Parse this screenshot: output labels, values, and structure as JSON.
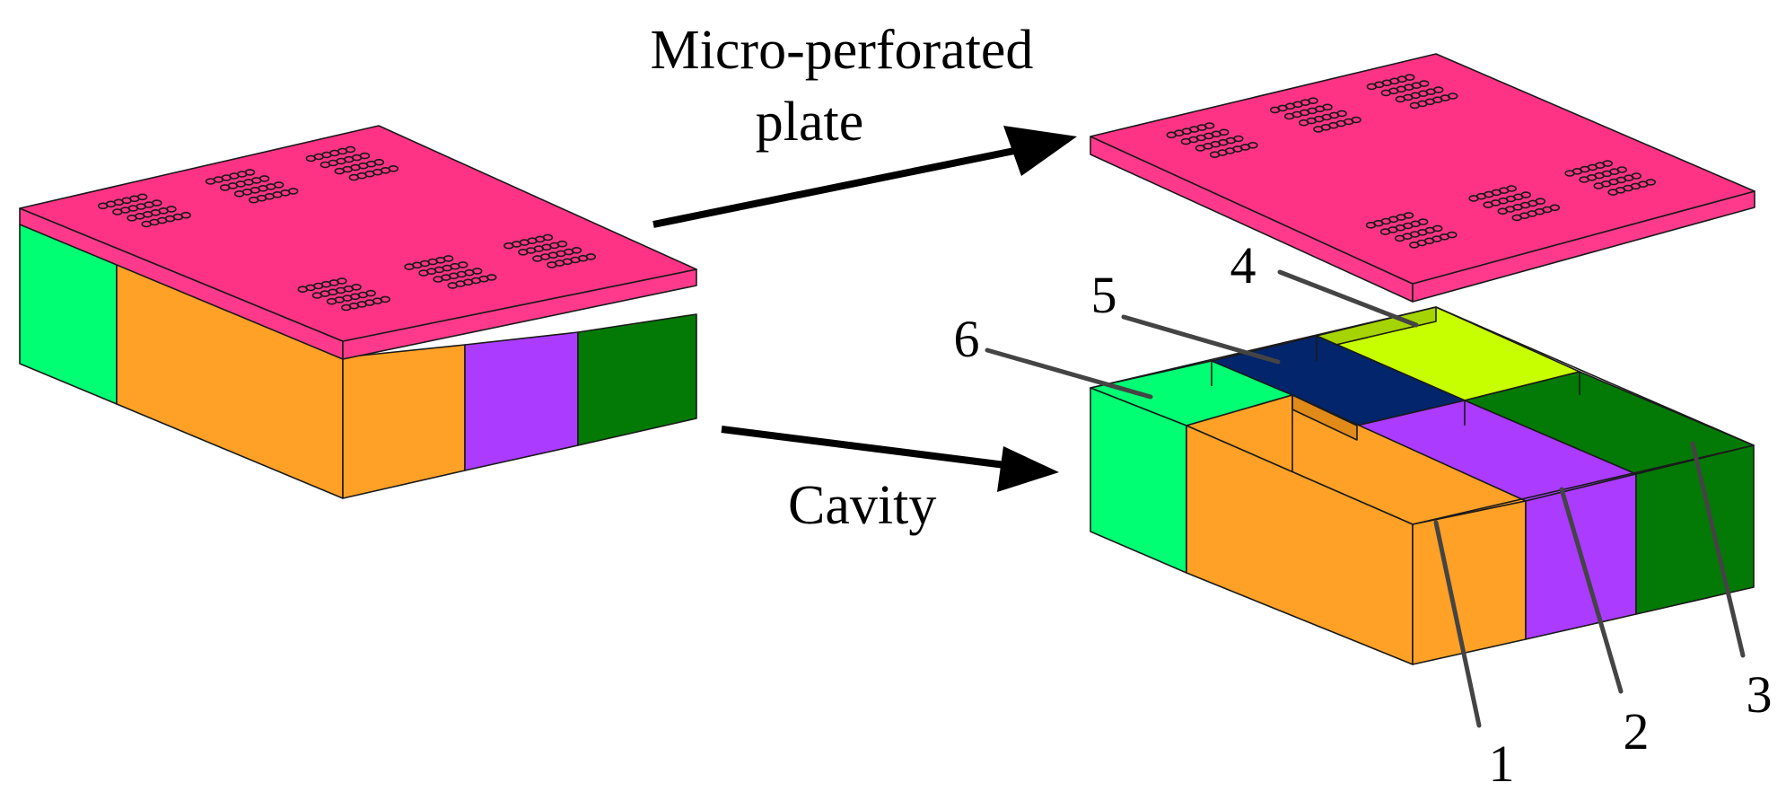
{
  "labels": {
    "plate_line1": "Micro-perforated",
    "plate_line2": "plate",
    "cavity": "Cavity",
    "n1": "1",
    "n2": "2",
    "n3": "3",
    "n4": "4",
    "n5": "5",
    "n6": "6"
  },
  "colors": {
    "plate": "#ff3385",
    "plate_side": "#ff3a8c",
    "cell1_orange": "#ffa126",
    "cell2_purple": "#aa3bff",
    "cell3_darkgreen": "#037a05",
    "cell4_lime": "#c8ff00",
    "cell5_navy": "#03256b",
    "cell6_green": "#00ff73"
  }
}
